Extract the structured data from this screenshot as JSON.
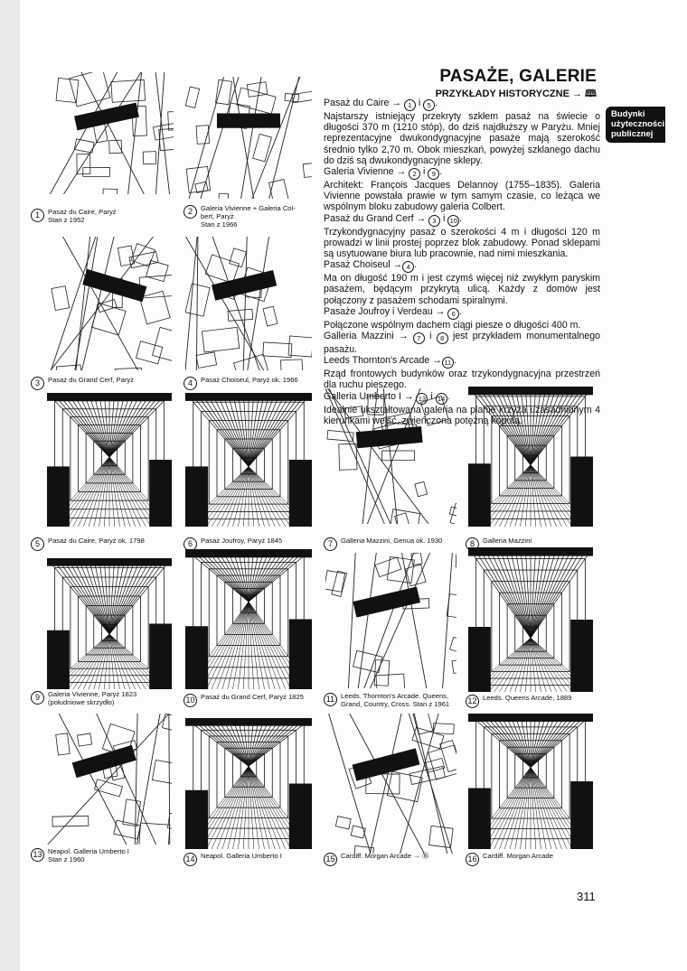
{
  "header": {
    "title": "PASAŻE, GALERIE",
    "subtitle": "PRZYKŁADY HISTORYCZNE → 🕮"
  },
  "side_tab": [
    "Budynki",
    "użyteczności",
    "publicznej"
  ],
  "body": [
    {
      "heading": "Pasaż du Caire → ",
      "refs": [
        "1",
        "5"
      ],
      "text": "Najstarszy istniejący przekryty szkłem pasaż na świecie o długości 370 m (1210 stóp), do dziś najdłuższy w Paryżu. Mniej reprezentacyjne dwukondygnacyjne pasaże mają szerokość średnio tylko 2,70 m. Obok mieszkań, powyżej szklanego dachu do dziś są dwukondygnacyjne sklepy."
    },
    {
      "heading": "Galeria Vivienne → ",
      "refs": [
        "2",
        "9"
      ],
      "text": "Architekt: François Jacques Delannoy (1755–1835). Galeria Vivienne powstała prawie w tym samym czasie, co leżąca we wspólnym bloku zabudowy galeria Colbert."
    },
    {
      "heading": "Pasaż du Grand Cerf → ",
      "refs": [
        "3",
        "10"
      ],
      "text": "Trzykondygnacyjny pasaż o szerokości 4 m i długości 120 m prowadzi w linii prostej poprzez blok zabudowy. Ponad sklepami są usytuowane biura lub pracownie, nad nimi mieszkania."
    },
    {
      "heading": "Pasaż Choiseul →",
      "refs": [
        "4"
      ],
      "text": "Ma on długość 190 m i jest czymś więcej niż zwykłym paryskim pasażem, będącym przykrytą ulicą. Każdy z domów jest połączony z pasażem schodami spiralnymi."
    },
    {
      "heading": "Pasaże Joufroy i Verdeau → ",
      "refs": [
        "6"
      ],
      "text": "Połączone wspólnym dachem ciągi piesze o długości 400 m."
    },
    {
      "heading": "Galleria Mazzini → ",
      "refs": [
        "7",
        "8"
      ],
      "suffix": " jest przykładem monumentalnego pasażu.",
      "text": ""
    },
    {
      "heading": "Leeds Thornton's Arcade →",
      "refs": [
        "11"
      ],
      "text": "Rząd frontowych budynków oraz trzykondygnacyjna przestrzeń dla ruchu pieszego."
    },
    {
      "heading": "Galleria Umberto I → ",
      "refs": [
        "13",
        "14"
      ],
      "text": "Idealnie ukształtowana galeria na planie krzyża uzasadnionym 4 kierunkami wejść, zwieńczona potężną kopułą."
    }
  ],
  "figures": [
    {
      "n": "1",
      "caption": [
        "Pasaż du Caire, Paryż",
        "Stan z 1952"
      ]
    },
    {
      "n": "2",
      "caption": [
        "Galeria Vivienne + Galeria Col-",
        "bert, Paryż",
        "Stan z 1966"
      ]
    },
    {
      "n": "3",
      "caption": [
        "Pasaż du Grand Cerf, Paryż"
      ]
    },
    {
      "n": "4",
      "caption": [
        "Pasaż Choiseul, Paryż ok. 1966"
      ]
    },
    {
      "n": "5",
      "caption": [
        "Pasaż du Caire, Paryż ok. 1798"
      ]
    },
    {
      "n": "6",
      "caption": [
        "Pasaż Joufroy, Paryż 1845"
      ]
    },
    {
      "n": "7",
      "caption": [
        "Galleria Mazzini, Genua ok. 1930"
      ]
    },
    {
      "n": "8",
      "caption": [
        "Galleria Mazzini"
      ]
    },
    {
      "n": "9",
      "caption": [
        "Galeria Vivienne, Paryż 1823",
        "(południowe skrzydło)"
      ]
    },
    {
      "n": "10",
      "caption": [
        "Pasaż du Grand Cerf, Paryż 1825"
      ]
    },
    {
      "n": "11",
      "caption": [
        "Leeds. Thornton's Arcade. Queens,",
        "Grand, Country, Cross. Stan z 1961"
      ]
    },
    {
      "n": "12",
      "caption": [
        "Leeds. Queens Arcade, 1889"
      ]
    },
    {
      "n": "13",
      "caption": [
        "Neapol. Galleria Umberto I",
        "Stan z 1960"
      ]
    },
    {
      "n": "14",
      "caption": [
        "Neapol. Galleria Umberto I"
      ]
    },
    {
      "n": "15",
      "caption": [
        "Cardiff. Morgan Arcade → ⑯"
      ]
    },
    {
      "n": "16",
      "caption": [
        "Cardiff. Morgan Arcade"
      ]
    }
  ],
  "page_number": "311"
}
